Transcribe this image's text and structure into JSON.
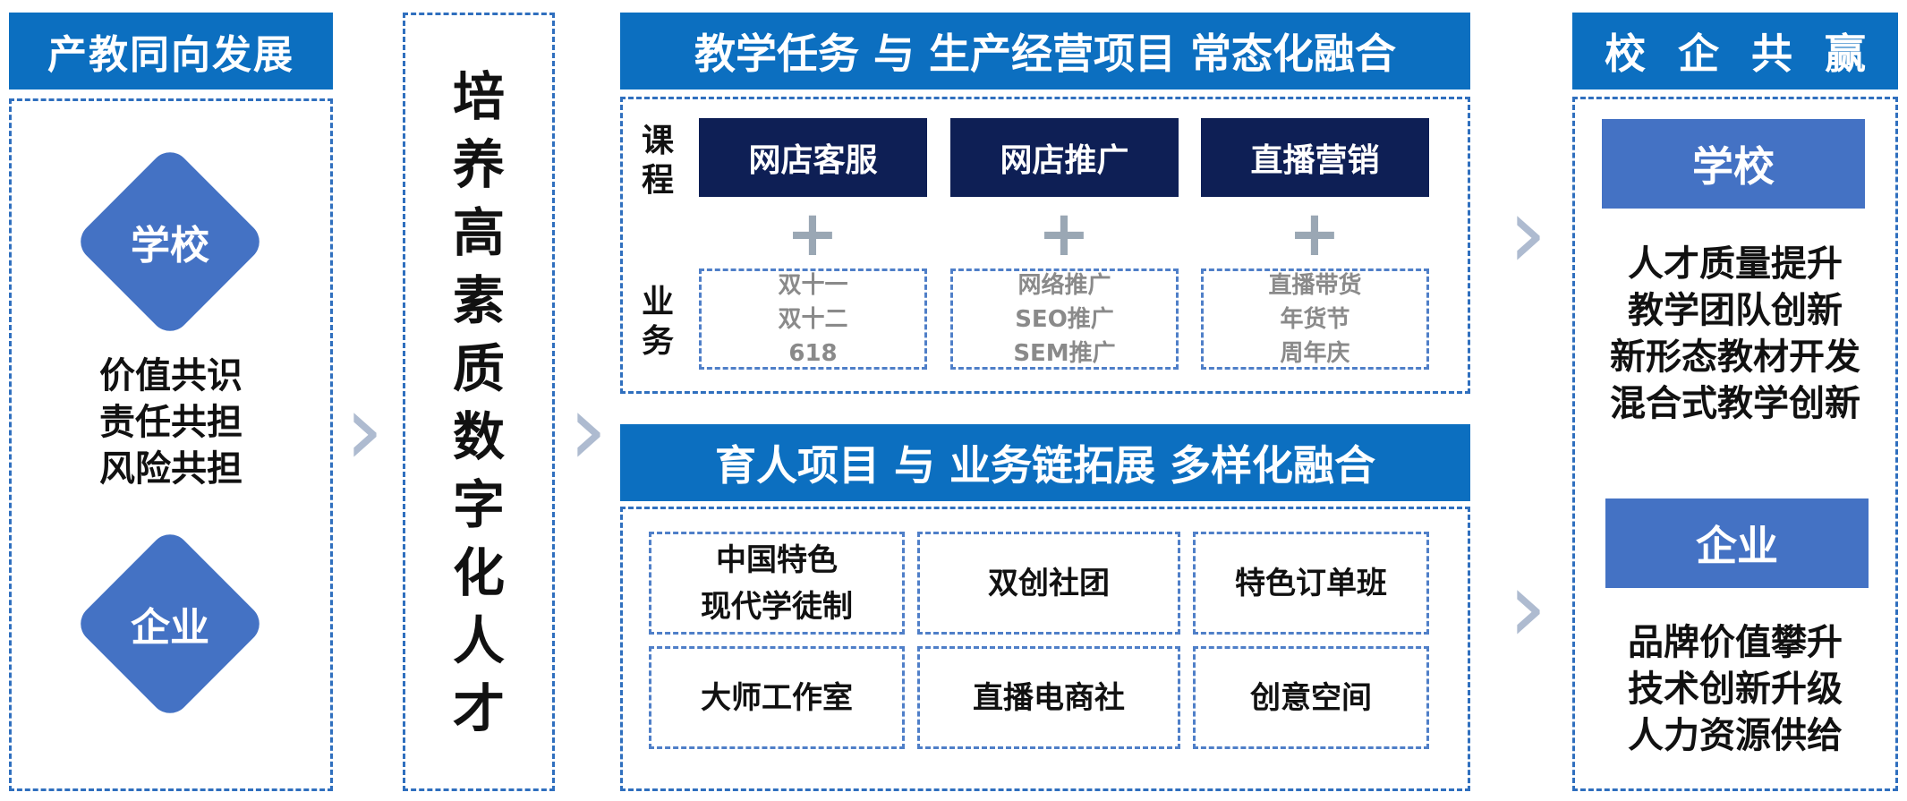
{
  "col1": {
    "title": "产教同向发展",
    "school": "学校",
    "enterprise": "企业",
    "lines": [
      "价值共识",
      "责任共担",
      "风险共担"
    ]
  },
  "col2": {
    "chars": [
      "培",
      "养",
      "高",
      "素",
      "质",
      "数",
      "字",
      "化",
      "人",
      "才"
    ]
  },
  "top": {
    "title": "教学任务 与 生产经营项目 常态化融合",
    "course_label": [
      "课",
      "程"
    ],
    "business_label": [
      "业",
      "务"
    ],
    "courses": [
      "网店客服",
      "网店推广",
      "直播营销"
    ],
    "plus": "+",
    "business": [
      [
        "双十一",
        "双十二",
        "618"
      ],
      [
        "网络推广",
        "SEO推广",
        "SEM推广"
      ],
      [
        "直播带货",
        "年货节",
        "周年庆"
      ]
    ]
  },
  "bottom": {
    "title": "育人项目 与 业务链拓展 多样化融合",
    "projects": [
      [
        "中国特色",
        "现代学徒制"
      ],
      [
        "双创社团"
      ],
      [
        "特色订单班"
      ],
      [
        "大师工作室"
      ],
      [
        "直播电商社"
      ],
      [
        "创意空间"
      ]
    ]
  },
  "col4": {
    "title": "校 企 共 赢",
    "school": "学校",
    "school_lines": [
      "人才质量提升",
      "教学团队创新",
      "新形态教材开发",
      "混合式教学创新"
    ],
    "enterprise": "企业",
    "enterprise_lines": [
      "品牌价值攀升",
      "技术创新升级",
      "人力资源供给"
    ]
  },
  "arrow_glyph": "›",
  "colors": {
    "header_blue": "#0c6fc0",
    "navy": "#0e1f55",
    "mid_blue": "#4472c4",
    "arrow_grey": "#aebbd0"
  }
}
